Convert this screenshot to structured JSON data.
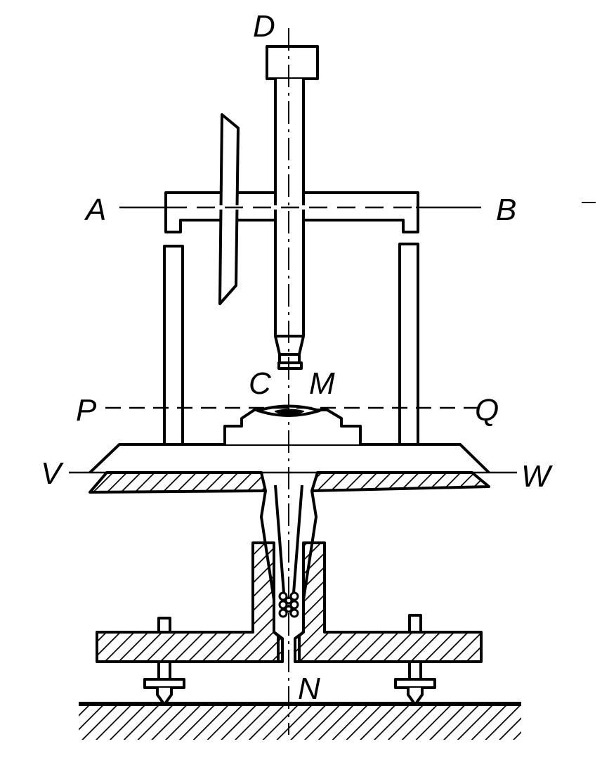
{
  "labels": {
    "D": "D",
    "A": "A",
    "B": "B",
    "C": "C",
    "M": "M",
    "P": "P",
    "Q": "Q",
    "V": "V",
    "W": "W",
    "N": "N"
  },
  "colors": {
    "ink": "#000000",
    "paper": "#ffffff"
  }
}
